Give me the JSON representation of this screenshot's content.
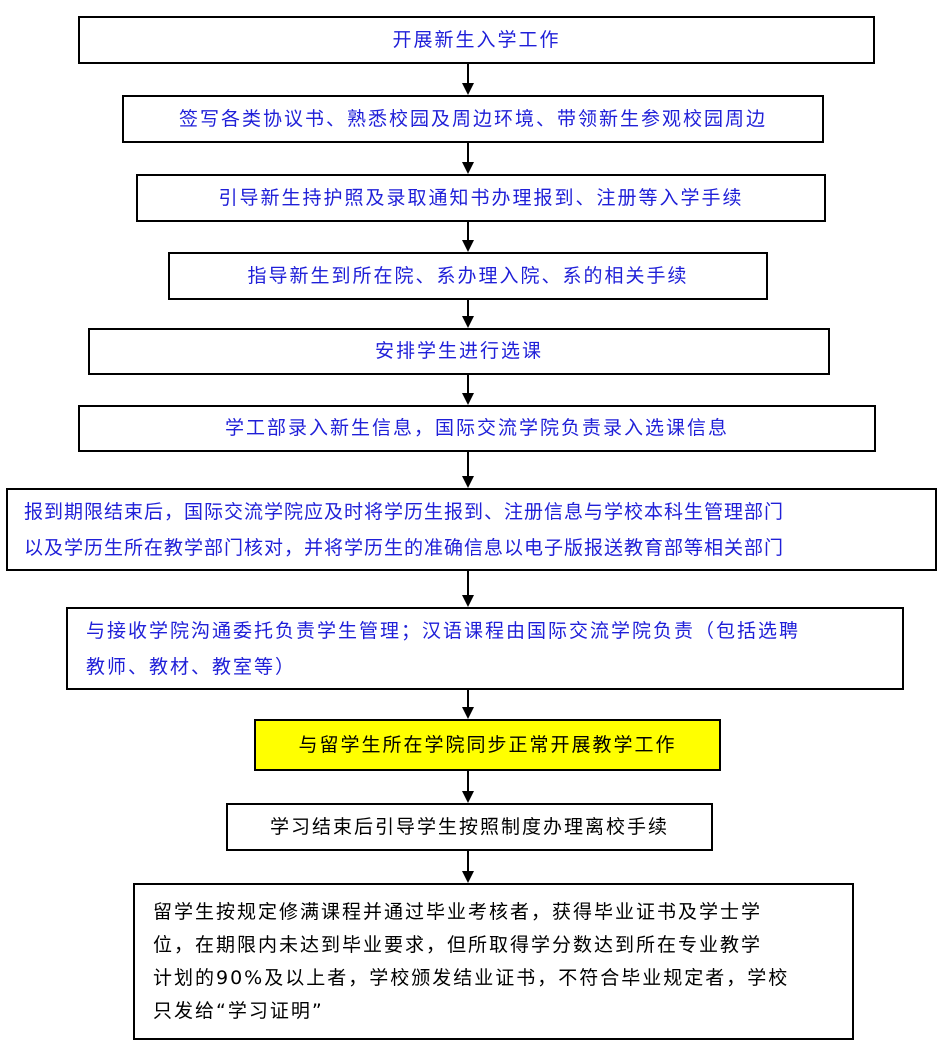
{
  "steps": [
    {
      "text": "开展新生入学工作"
    },
    {
      "text": "签写各类协议书、熟悉校园及周边环境、带领新生参观校园周边"
    },
    {
      "text": "引导新生持护照及录取通知书办理报到、注册等入学手续"
    },
    {
      "text": "指导新生到所在院、系办理入院、系的相关手续"
    },
    {
      "text": "安排学生进行选课"
    },
    {
      "text": "学工部录入新生信息，国际交流学院负责录入选课信息"
    },
    {
      "lines": [
        "报到期限结束后，国际交流学院应及时将学历生报到、注册信息与学校本科生管理部门",
        "以及学历生所在教学部门核对，并将学历生的准确信息以电子版报送教育部等相关部门"
      ]
    },
    {
      "lines": [
        "与接收学院沟通委托负责学生管理；汉语课程由国际交流学院负责（包括选聘",
        "教师、教材、教室等）"
      ]
    },
    {
      "text": "与留学生所在学院同步正常开展教学工作"
    },
    {
      "text": "学习结束后引导学生按照制度办理离校手续"
    },
    {
      "lines": [
        "留学生按规定修满课程并通过毕业考核者，获得毕业证书及学士学",
        "位，在期限内未达到毕业要求，但所取得学分数达到所在专业教学",
        "计划的90%及以上者，学校颁发结业证书，不符合毕业规定者，学校",
        "只发给“学习证明”"
      ]
    }
  ],
  "colors": {
    "text_blue": "#1f1fd8",
    "text_black": "#000000",
    "highlight": "#ffff00",
    "border": "#000000"
  },
  "icons": [
    "arrow-down-icon"
  ]
}
